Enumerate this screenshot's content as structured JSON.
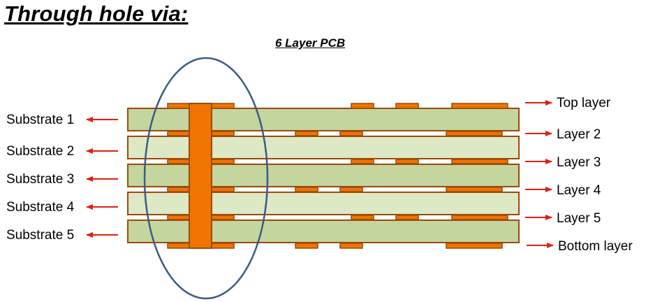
{
  "title": "Through hole via:",
  "subtitle": "6 Layer PCB",
  "substrates": [
    "Substrate 1",
    "Substrate 2",
    "Substrate 3",
    "Substrate 4",
    "Substrate 5"
  ],
  "layers": [
    "Top layer",
    "Layer 2",
    "Layer 3",
    "Layer 4",
    "Layer 5",
    "Bottom layer"
  ],
  "colors": {
    "copper": "#f07400",
    "copper_outline": "#9b4a0a",
    "substrate_dark": "#c4d59e",
    "substrate_light": "#dde8c5",
    "arrow": "#e02010",
    "highlight_ellipse": "#3c5a86"
  }
}
